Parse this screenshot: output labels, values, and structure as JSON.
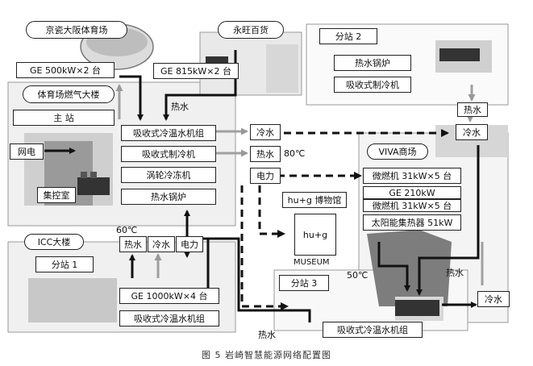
{
  "diagram": {
    "caption": "图 5  岩崎智慧能源网络配置图",
    "sites": {
      "kyocera_dome": "京瓷大阪体育场",
      "aeon": "永旺百货",
      "stadium_gas_building": "体育场燃气大楼",
      "icc": "ICC大楼",
      "viva": "VIVA商场",
      "museum": "hu+g 博物馆"
    },
    "stations": {
      "main": "主 站",
      "sub1": "分站 1",
      "sub2": "分站 2",
      "sub3": "分站 3"
    },
    "equipment": {
      "ge_500": "GE 500kW×2 台",
      "ge_815": "GE 815kW×2 台",
      "ge_1000": "GE 1000kW×4 台",
      "abs_chiller_heater": "吸收式冷温水机组",
      "abs_chiller": "吸收式制冷机",
      "turbo_chiller": "涡轮冷冻机",
      "hot_water_boiler": "热水锅炉",
      "control_room": "集控室",
      "grid": "网电",
      "microturbine_1": "微燃机 31kW×5 台",
      "ge_210": "GE 210kW",
      "microturbine_2": "微燃机 31kW×5 台",
      "solar_collector": "太阳能集热器 51kW",
      "sub2_boiler": "热水锅炉",
      "sub2_chiller": "吸收式制冷机",
      "sub1_chiller_heater": "吸收式冷温水机组",
      "sub3_chiller_heater": "吸收式冷温水机组",
      "museum_logo": "hu+g",
      "museum_word": "MUSEUM"
    },
    "media": {
      "hot_water": "热水",
      "chilled_water": "冷水",
      "power": "电力",
      "temp_80": "80℃",
      "temp_60": "60℃",
      "temp_50": "50℃"
    }
  }
}
